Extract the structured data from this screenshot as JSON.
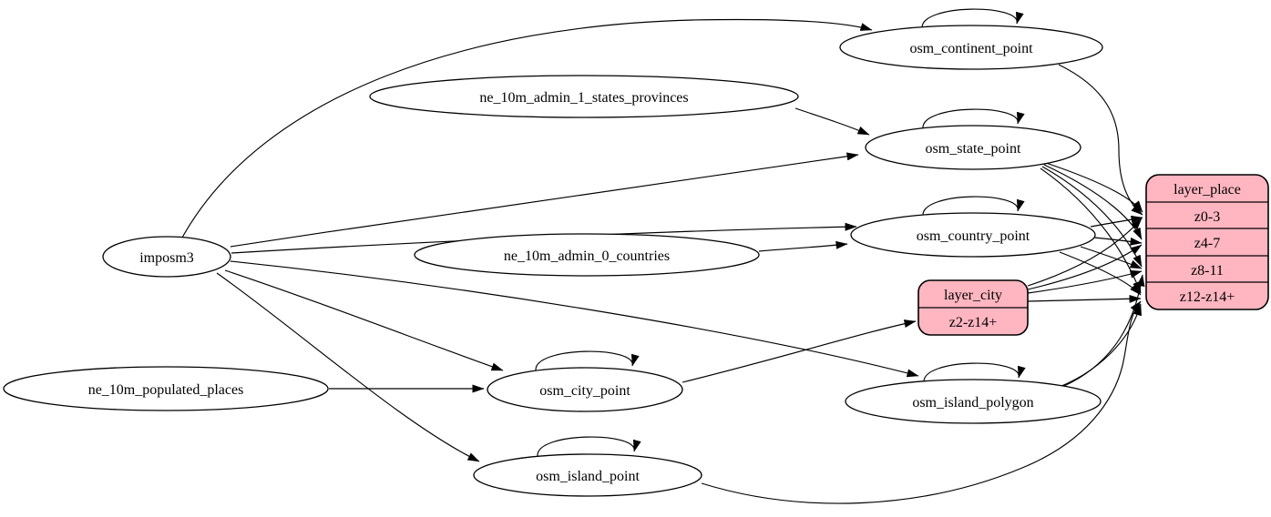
{
  "diagram": {
    "colors": {
      "record_fill": "#ffb6c1",
      "ellipse_fill": "#ffffff",
      "edge_stroke": "#000000",
      "background": "#ffffff"
    },
    "nodes": {
      "imposm3": {
        "label": "imposm3",
        "shape": "ellipse"
      },
      "ne_10m_admin_1_states_provinces": {
        "label": "ne_10m_admin_1_states_provinces",
        "shape": "ellipse"
      },
      "ne_10m_admin_0_countries": {
        "label": "ne_10m_admin_0_countries",
        "shape": "ellipse"
      },
      "ne_10m_populated_places": {
        "label": "ne_10m_populated_places",
        "shape": "ellipse"
      },
      "osm_continent_point": {
        "label": "osm_continent_point",
        "shape": "ellipse"
      },
      "osm_state_point": {
        "label": "osm_state_point",
        "shape": "ellipse"
      },
      "osm_country_point": {
        "label": "osm_country_point",
        "shape": "ellipse"
      },
      "osm_city_point": {
        "label": "osm_city_point",
        "shape": "ellipse"
      },
      "osm_island_polygon": {
        "label": "osm_island_polygon",
        "shape": "ellipse"
      },
      "osm_island_point": {
        "label": "osm_island_point",
        "shape": "ellipse"
      },
      "layer_city": {
        "title": "layer_city",
        "rows": [
          "z2-z14+"
        ],
        "shape": "record"
      },
      "layer_place": {
        "title": "layer_place",
        "rows": [
          "z0-3",
          "z4-7",
          "z8-11",
          "z12-z14+"
        ],
        "shape": "record"
      }
    },
    "edges": [
      {
        "from": "imposm3",
        "to": "osm_continent_point"
      },
      {
        "from": "imposm3",
        "to": "osm_state_point"
      },
      {
        "from": "imposm3",
        "to": "osm_country_point"
      },
      {
        "from": "imposm3",
        "to": "osm_city_point"
      },
      {
        "from": "imposm3",
        "to": "osm_island_polygon"
      },
      {
        "from": "imposm3",
        "to": "osm_island_point"
      },
      {
        "from": "ne_10m_admin_1_states_provinces",
        "to": "osm_state_point"
      },
      {
        "from": "ne_10m_admin_0_countries",
        "to": "osm_country_point"
      },
      {
        "from": "ne_10m_populated_places",
        "to": "osm_city_point"
      },
      {
        "from": "osm_continent_point",
        "to": "osm_continent_point"
      },
      {
        "from": "osm_state_point",
        "to": "osm_state_point"
      },
      {
        "from": "osm_country_point",
        "to": "osm_country_point"
      },
      {
        "from": "osm_city_point",
        "to": "osm_city_point"
      },
      {
        "from": "osm_island_polygon",
        "to": "osm_island_polygon"
      },
      {
        "from": "osm_island_point",
        "to": "osm_island_point"
      },
      {
        "from": "osm_continent_point",
        "to": "layer_place.z0-3"
      },
      {
        "from": "osm_state_point",
        "to": "layer_place.z0-3"
      },
      {
        "from": "osm_state_point",
        "to": "layer_place.z4-7"
      },
      {
        "from": "osm_state_point",
        "to": "layer_place.z8-11"
      },
      {
        "from": "osm_state_point",
        "to": "layer_place.z12-z14+"
      },
      {
        "from": "osm_country_point",
        "to": "layer_place.z0-3"
      },
      {
        "from": "osm_country_point",
        "to": "layer_place.z4-7"
      },
      {
        "from": "osm_country_point",
        "to": "layer_place.z8-11"
      },
      {
        "from": "osm_country_point",
        "to": "layer_place.z12-z14+"
      },
      {
        "from": "osm_city_point",
        "to": "layer_city.z2-z14+"
      },
      {
        "from": "layer_city",
        "to": "layer_place.z0-3"
      },
      {
        "from": "layer_city",
        "to": "layer_place.z4-7"
      },
      {
        "from": "layer_city",
        "to": "layer_place.z8-11"
      },
      {
        "from": "layer_city",
        "to": "layer_place.z12-z14+"
      },
      {
        "from": "osm_island_polygon",
        "to": "layer_place.z8-11"
      },
      {
        "from": "osm_island_polygon",
        "to": "layer_place.z12-z14+"
      },
      {
        "from": "osm_island_point",
        "to": "layer_place.z12-z14+"
      }
    ]
  }
}
